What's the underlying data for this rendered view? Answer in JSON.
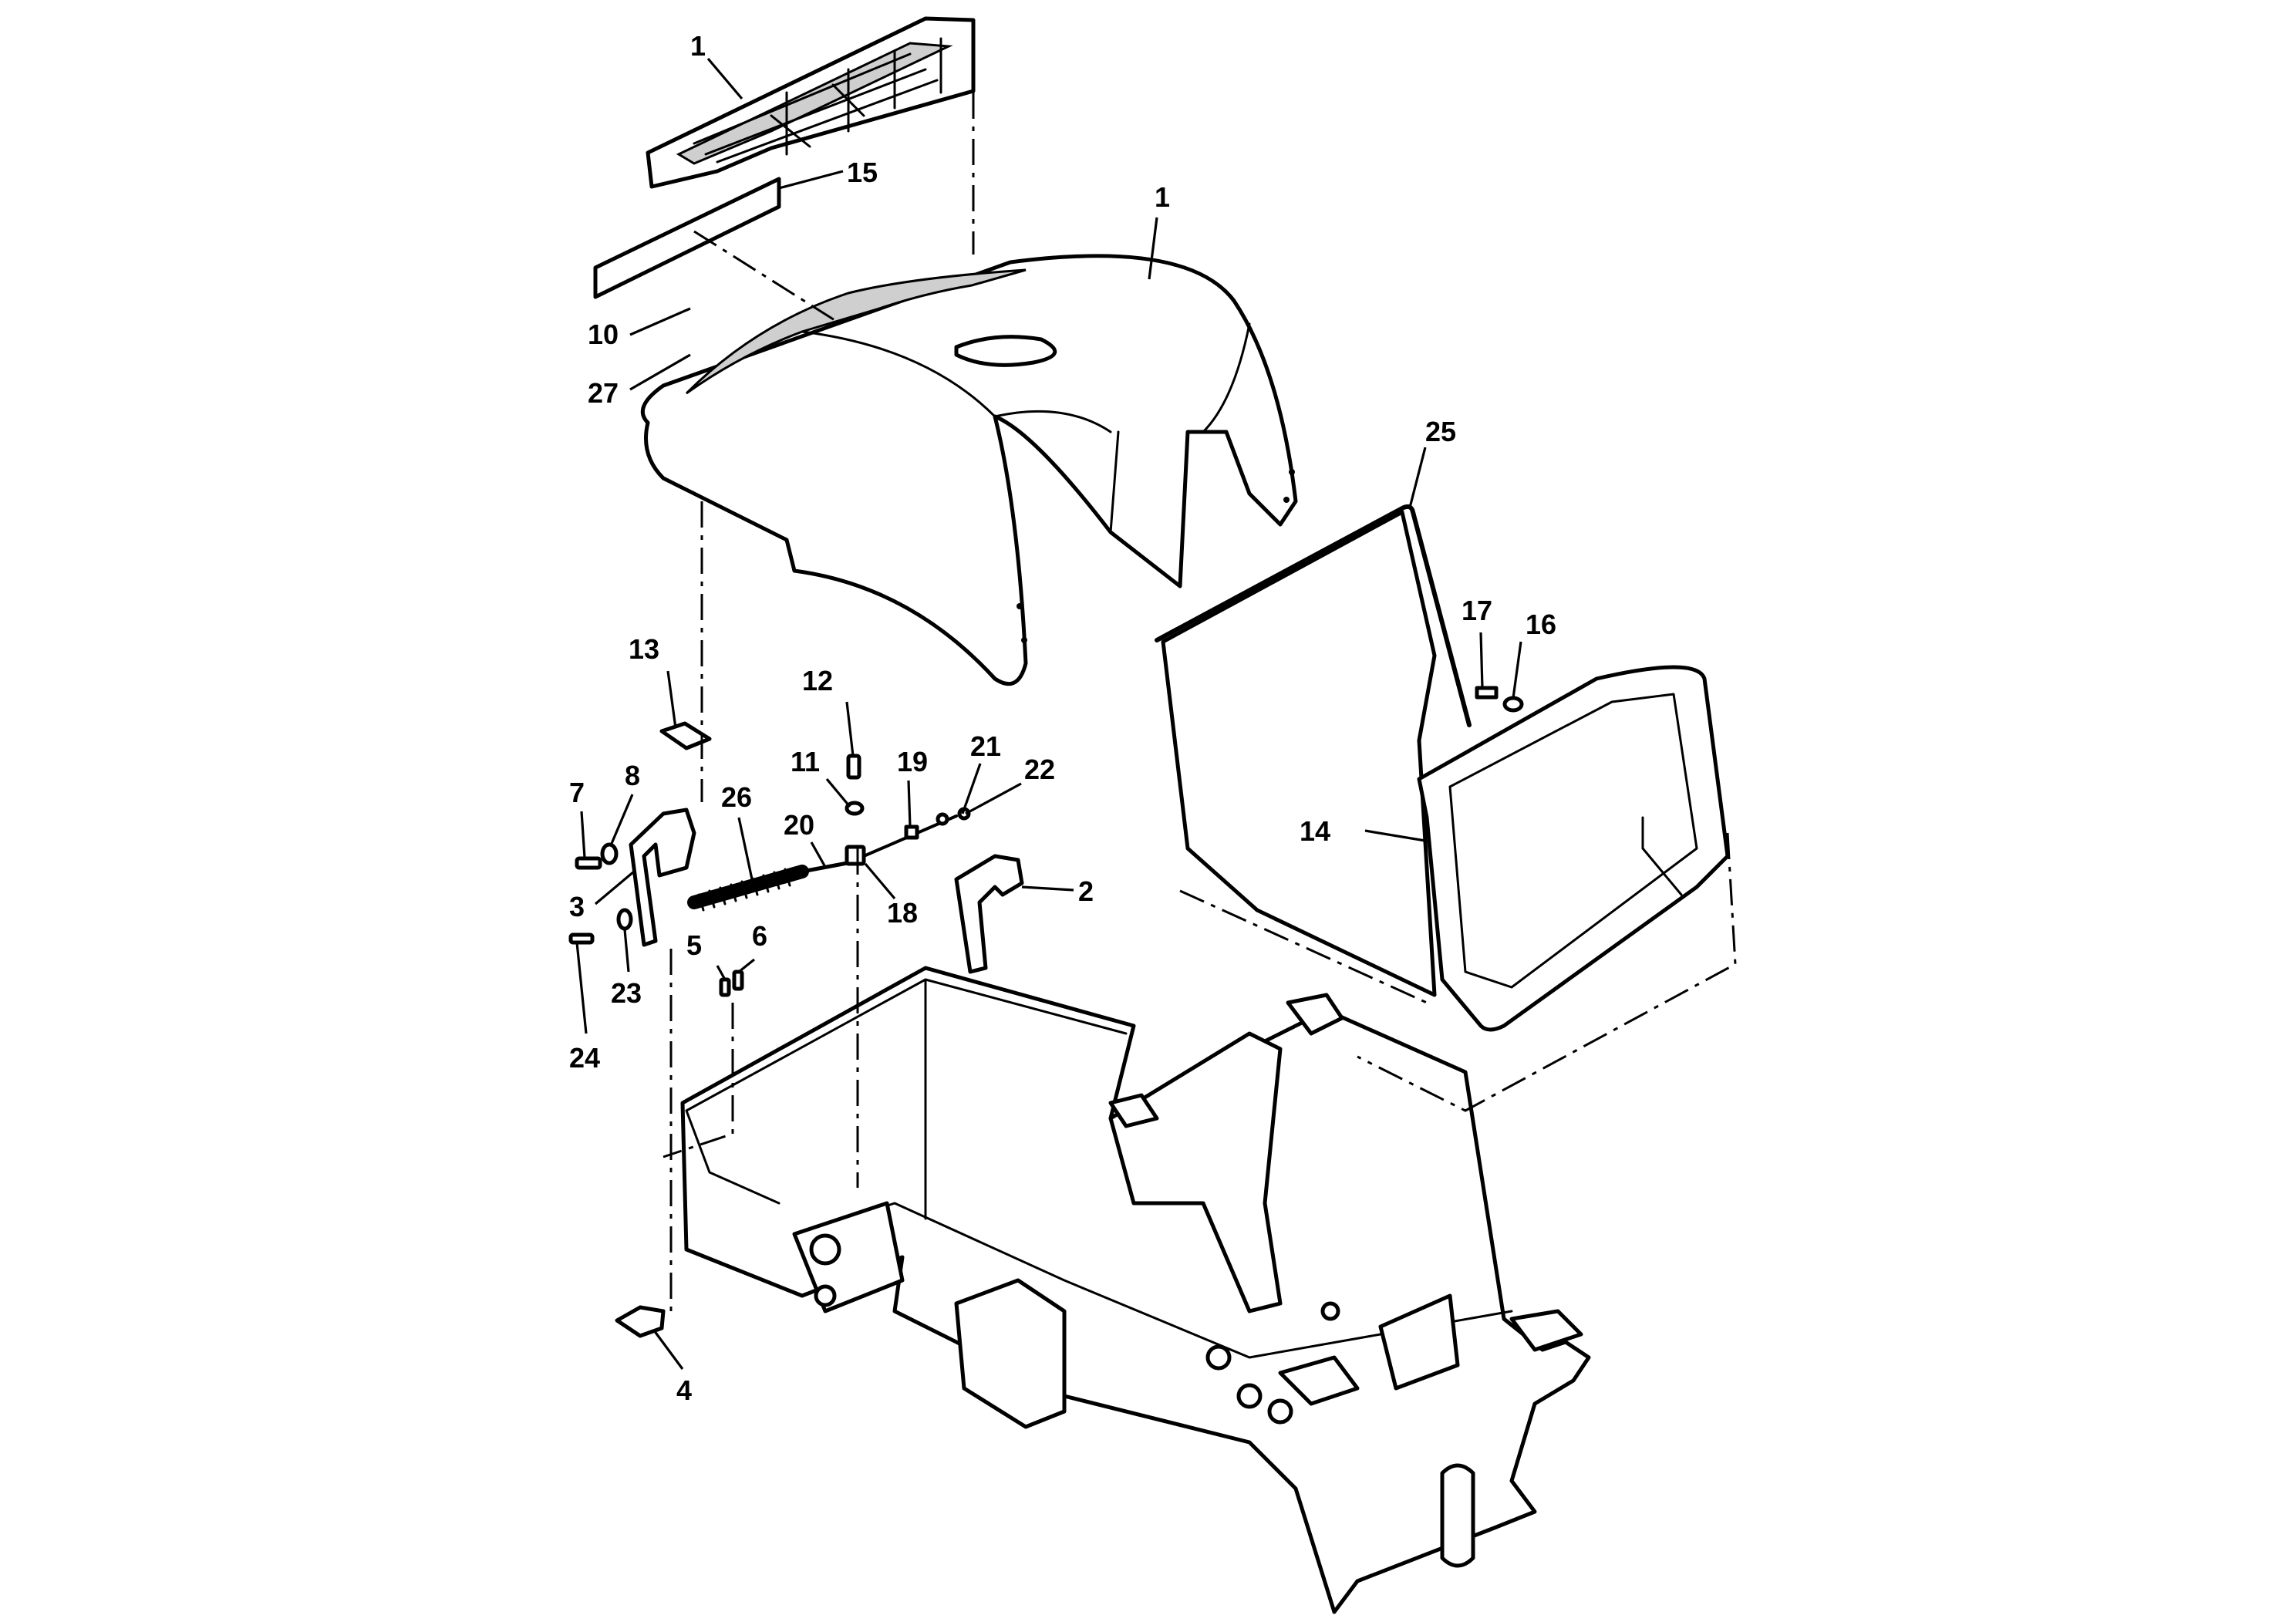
{
  "callouts": [
    {
      "id": "c1a",
      "text": "1"
    },
    {
      "id": "c15",
      "text": "15"
    },
    {
      "id": "c1b",
      "text": "1"
    },
    {
      "id": "c10",
      "text": "10"
    },
    {
      "id": "c27",
      "text": "27"
    },
    {
      "id": "c25",
      "text": "25"
    },
    {
      "id": "c17",
      "text": "17"
    },
    {
      "id": "c16",
      "text": "16"
    },
    {
      "id": "c13",
      "text": "13"
    },
    {
      "id": "c12",
      "text": "12"
    },
    {
      "id": "c11",
      "text": "11"
    },
    {
      "id": "c19",
      "text": "19"
    },
    {
      "id": "c21",
      "text": "21"
    },
    {
      "id": "c22",
      "text": "22"
    },
    {
      "id": "c14",
      "text": "14"
    },
    {
      "id": "c7",
      "text": "7"
    },
    {
      "id": "c8",
      "text": "8"
    },
    {
      "id": "c26",
      "text": "26"
    },
    {
      "id": "c20",
      "text": "20"
    },
    {
      "id": "c18",
      "text": "18"
    },
    {
      "id": "c2",
      "text": "2"
    },
    {
      "id": "c3",
      "text": "3"
    },
    {
      "id": "c23",
      "text": "23"
    },
    {
      "id": "c5",
      "text": "5"
    },
    {
      "id": "c6",
      "text": "6"
    },
    {
      "id": "c24",
      "text": "24"
    },
    {
      "id": "c4",
      "text": "4"
    }
  ]
}
